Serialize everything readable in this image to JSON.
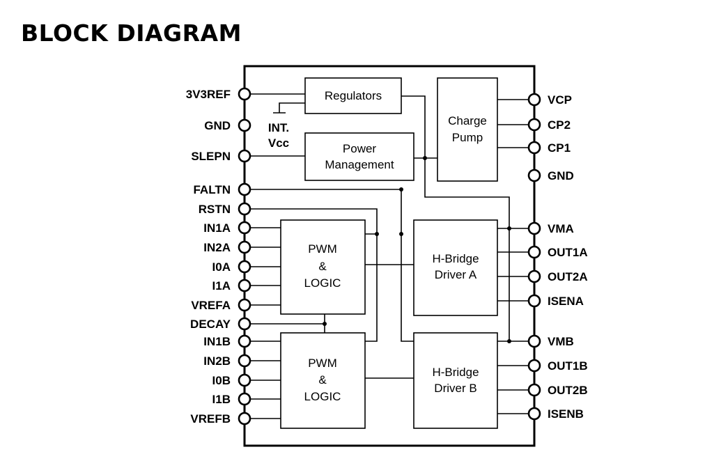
{
  "title": "BLOCK DIAGRAM",
  "pins_left": [
    "3V3REF",
    "GND",
    "SLEPN",
    "FALTN",
    "RSTN",
    "IN1A",
    "IN2A",
    "I0A",
    "I1A",
    "VREFA",
    "DECAY",
    "IN1B",
    "IN2B",
    "I0B",
    "I1B",
    "VREFB"
  ],
  "pins_right": [
    "VCP",
    "CP2",
    "CP1",
    "GND",
    "VMA",
    "OUT1A",
    "OUT2A",
    "ISENA",
    "VMB",
    "OUT1B",
    "OUT2B",
    "ISENB"
  ],
  "blocks": {
    "regulators": "Regulators",
    "power_management": [
      "Power",
      "Management"
    ],
    "charge_pump": [
      "Charge",
      "Pump"
    ],
    "pwm_logic_a": [
      "PWM",
      "&",
      "LOGIC"
    ],
    "pwm_logic_b": [
      "PWM",
      "&",
      "LOGIC"
    ],
    "hbridge_a": [
      "H-Bridge",
      "Driver A"
    ],
    "hbridge_b": [
      "H-Bridge",
      "Driver B"
    ]
  },
  "int_vcc": [
    "INT.",
    "Vcc"
  ]
}
